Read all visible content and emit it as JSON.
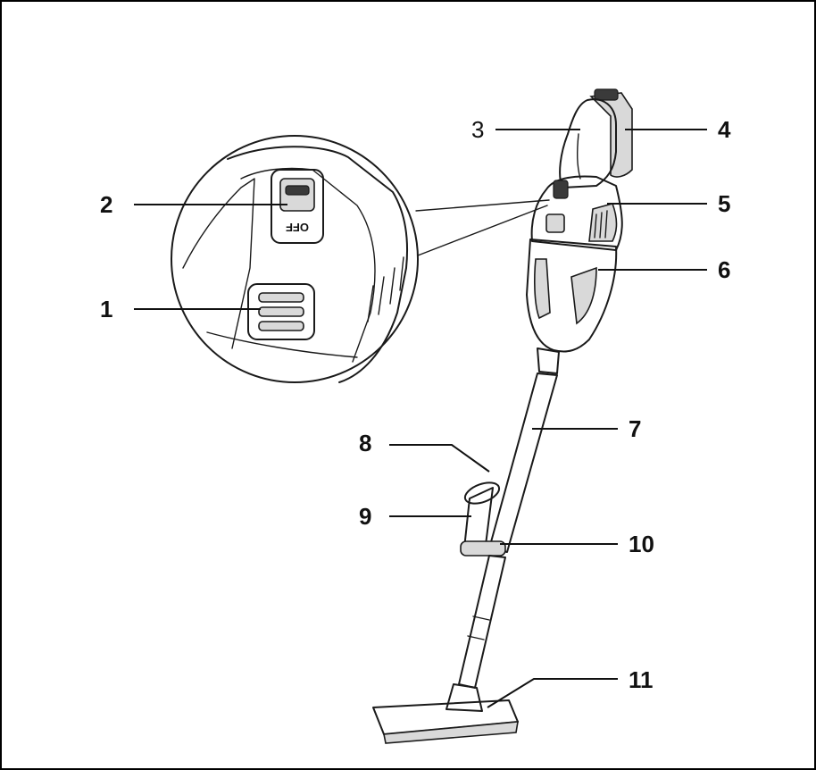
{
  "diagram": {
    "callouts": [
      {
        "id": "1",
        "label": "1"
      },
      {
        "id": "2",
        "label": "2"
      },
      {
        "id": "3",
        "label": "3"
      },
      {
        "id": "4",
        "label": "4"
      },
      {
        "id": "5",
        "label": "5"
      },
      {
        "id": "6",
        "label": "6"
      },
      {
        "id": "7",
        "label": "7"
      },
      {
        "id": "8",
        "label": "8"
      },
      {
        "id": "9",
        "label": "9"
      },
      {
        "id": "10",
        "label": "10"
      },
      {
        "id": "11",
        "label": "11"
      }
    ],
    "switch_text": "OFF",
    "colors": {
      "ink": "#1a1a1a",
      "shade": "#d9d9d9",
      "background": "#ffffff"
    }
  }
}
